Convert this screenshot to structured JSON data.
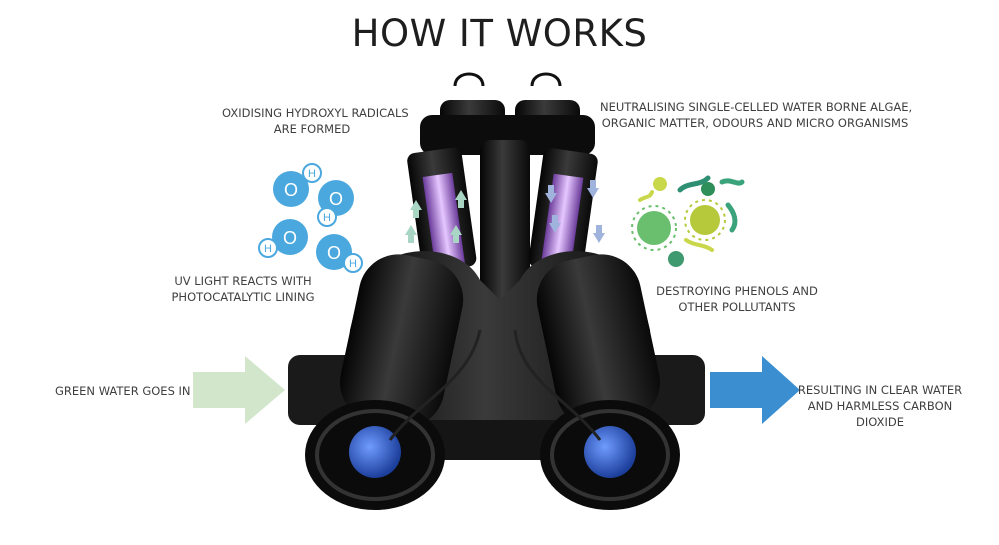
{
  "title": "HOW IT WORKS",
  "labels": {
    "radicals_line1": "OXIDISING HYDROXYL RADICALS",
    "radicals_line2": "ARE FORMED",
    "uv_line1": "UV LIGHT REACTS WITH",
    "uv_line2": "PHOTOCATALYTIC LINING",
    "green_in": "GREEN WATER GOES IN",
    "neutral_line1": "NEUTRALISING SINGLE-CELLED WATER BORNE ALGAE,",
    "neutral_line2": "ORGANIC MATTER, ODOURS AND MICRO ORGANISMS",
    "phenols_line1": "DESTROYING PHENOLS AND",
    "phenols_line2": "OTHER POLLUTANTS",
    "result_line1": "RESULTING IN CLEAR WATER",
    "result_line2": "AND HARMLESS CARBON",
    "result_line3": "DIOXIDE"
  },
  "molecule": {
    "oxygen": "O",
    "hydrogen": "H"
  },
  "colors": {
    "inflow_arrow": "#cfe3c9",
    "outflow_arrow": "#3b8fd1",
    "oxygen_atom": "#4aa8df",
    "uv_glow": "#b486d6",
    "bacteria": "#7cc46c",
    "unit_body": "#111111",
    "lamp_cap": "#2a5fc4"
  }
}
